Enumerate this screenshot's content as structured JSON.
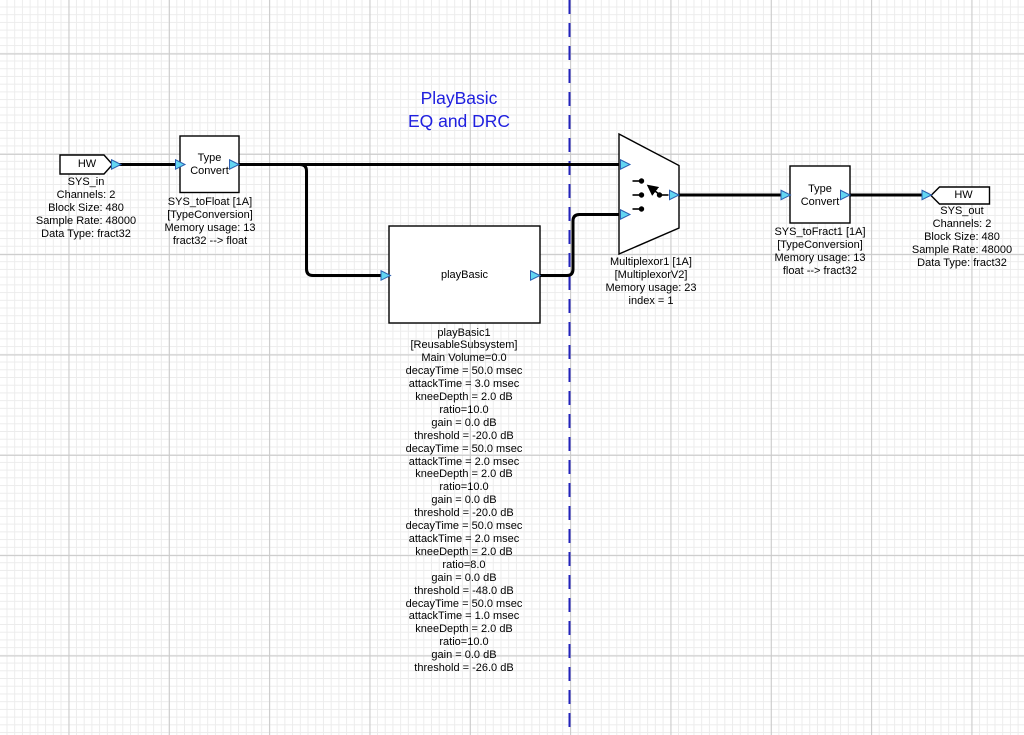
{
  "colors": {
    "accent": "#2020df",
    "guide": "#2323bb",
    "wire": "#000000",
    "port-fill": "#63d6f2",
    "port-stroke": "#2b5fb0",
    "grid-minor": "#ececec",
    "grid-major": "#c9c9c9"
  },
  "title": {
    "lines": [
      "PlayBasic",
      "EQ and DRC"
    ]
  },
  "blocks": {
    "sys_in": {
      "tag": "HW",
      "info": [
        "SYS_in",
        "Channels: 2",
        "Block Size: 480",
        "Sample Rate: 48000",
        "Data Type: fract32"
      ]
    },
    "sys_to_float": {
      "label_lines": [
        "Type",
        "Convert"
      ],
      "info": [
        "SYS_toFloat [1A]",
        "[TypeConversion]",
        "Memory usage: 13",
        "fract32 --> float"
      ]
    },
    "play_basic": {
      "label": "playBasic",
      "info": [
        "playBasic1",
        "[ReusableSubsystem]",
        "Main Volume=0.0",
        "decayTime = 50.0 msec",
        "attackTime = 3.0 msec",
        "kneeDepth = 2.0 dB",
        "ratio=10.0",
        "gain = 0.0 dB",
        "threshold = -20.0 dB",
        "decayTime = 50.0 msec",
        "attackTime = 2.0 msec",
        "kneeDepth = 2.0 dB",
        "ratio=10.0",
        "gain = 0.0 dB",
        "threshold = -20.0 dB",
        "decayTime = 50.0 msec",
        "attackTime = 2.0 msec",
        "kneeDepth = 2.0 dB",
        "ratio=8.0",
        "gain = 0.0 dB",
        "threshold = -48.0 dB",
        "decayTime = 50.0 msec",
        "attackTime = 1.0 msec",
        "kneeDepth = 2.0 dB",
        "ratio=10.0",
        "gain = 0.0 dB",
        "threshold = -26.0 dB"
      ]
    },
    "multiplexor": {
      "info": [
        "Multiplexor1 [1A]",
        "[MultiplexorV2]",
        "Memory usage: 23",
        "index = 1"
      ]
    },
    "sys_to_fract": {
      "label_lines": [
        "Type",
        "Convert"
      ],
      "info": [
        "SYS_toFract1 [1A]",
        "[TypeConversion]",
        "Memory usage: 13",
        "float --> fract32"
      ]
    },
    "sys_out": {
      "tag": "HW",
      "info": [
        "SYS_out",
        "Channels: 2",
        "Block Size: 480",
        "Sample Rate: 48000",
        "Data Type: fract32"
      ]
    }
  }
}
